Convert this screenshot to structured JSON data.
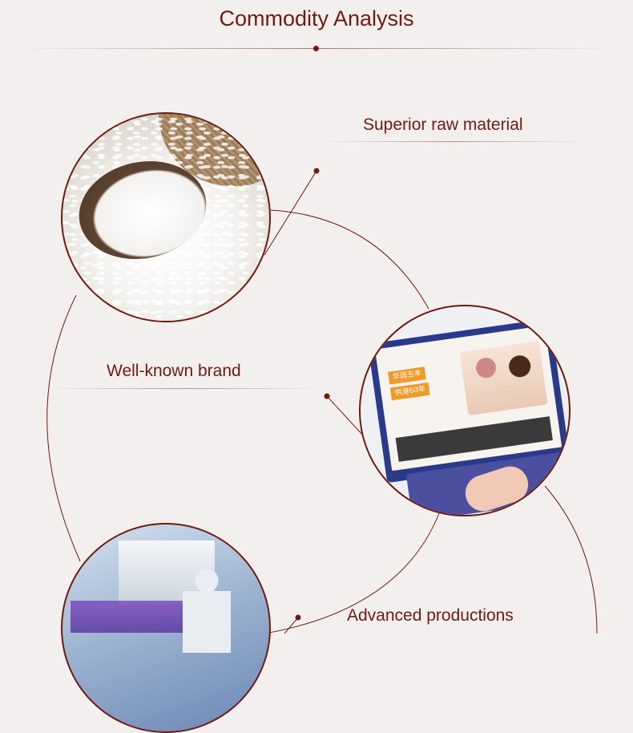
{
  "header": {
    "title": "Commodity Analysis"
  },
  "features": [
    {
      "label": "Superior raw material",
      "photo": "rice-in-wooden-scoop"
    },
    {
      "label": "Well-known brand",
      "photo": "laptop-brand-website"
    },
    {
      "label": "Advanced productions",
      "photo": "factory-production-line"
    }
  ],
  "laptop_screen": {
    "banner_line1": "华润五丰",
    "banner_line2": "供港60年"
  },
  "colors": {
    "accent": "#6e1b12",
    "background": "#f2efee"
  }
}
